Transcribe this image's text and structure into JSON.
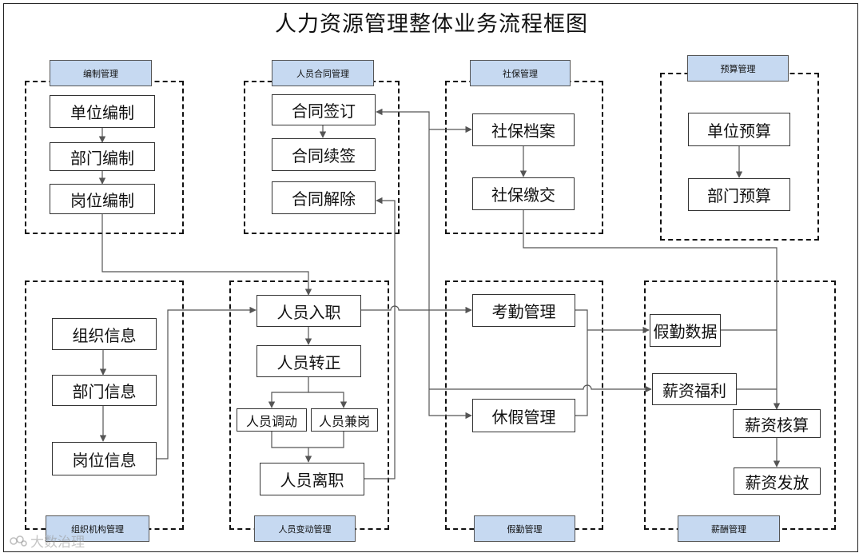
{
  "title": "人力资源管理整体业务流程框图",
  "groups": {
    "bianzhi": "编制管理",
    "hetong": "人员合同管理",
    "shebao": "社保管理",
    "yusuan": "预算管理",
    "zuzhi": "组织机构管理",
    "biandong": "人员变动管理",
    "jiaqin": "假勤管理",
    "xinchou": "薪酬管理"
  },
  "nodes": {
    "danwei_bianzhi": "单位编制",
    "bumen_bianzhi": "部门编制",
    "gangwei_bianzhi": "岗位编制",
    "hetong_qianding": "合同签订",
    "hetong_xuqian": "合同续签",
    "hetong_jiechu": "合同解除",
    "shebao_dangan": "社保档案",
    "shebao_jiaojiao": "社保缴交",
    "danwei_yusuan": "单位预算",
    "bumen_yusuan": "部门预算",
    "zuzhi_xinxi": "组织信息",
    "bumen_xinxi": "部门信息",
    "gangwei_xinxi": "岗位信息",
    "renyuan_ruzhi": "人员入职",
    "renyuan_zhuanzheng": "人员转正",
    "renyuan_diaodong": "人员调动",
    "renyuan_jiangang": "人员兼岗",
    "renyuan_lizhi": "人员离职",
    "kaoqin_guanli": "考勤管理",
    "xiujia_guanli": "休假管理",
    "jiaqin_shuju": "假勤数据",
    "xinzi_fuli": "薪资福利",
    "xinzi_hesuan": "薪资核算",
    "xinzi_fafang": "薪资发放"
  },
  "watermark": "大数治理",
  "colors": {
    "tag_fill": "#c6d9f1",
    "line": "#555555"
  }
}
